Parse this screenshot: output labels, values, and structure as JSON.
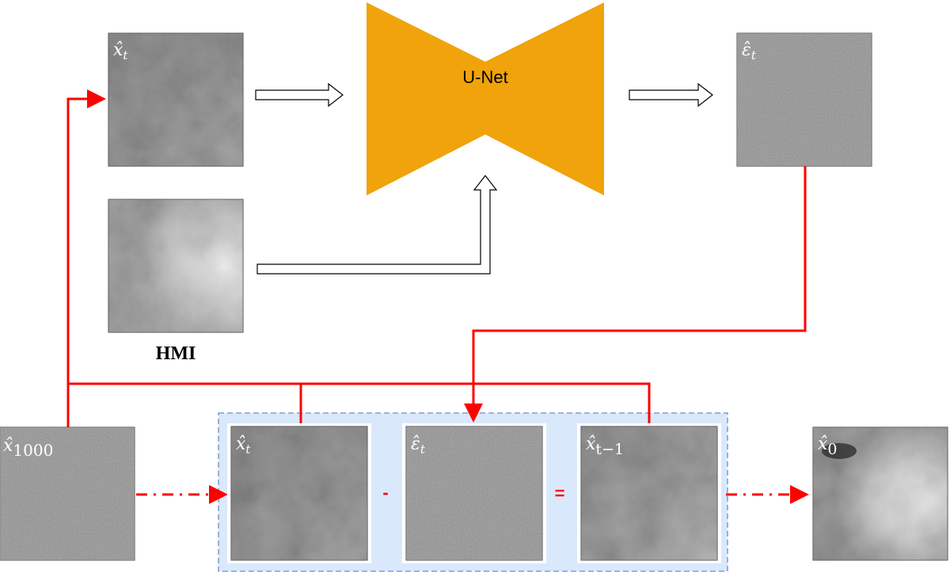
{
  "colors": {
    "unet_fill": "#F0A30A",
    "flow_red": "#FF0000",
    "group_fill": "#DAE8FC",
    "group_stroke": "#6C8EBF"
  },
  "unet": {
    "label": "U-Net"
  },
  "top": {
    "xt_label": {
      "base": "x̂",
      "sub": "t"
    },
    "eps_label": {
      "base": "ε̂",
      "sub": "t"
    },
    "hmi_label": "HMI"
  },
  "bottom": {
    "x1000_label": {
      "base": "x̂",
      "sub": "1000"
    },
    "xt_label": {
      "base": "x̂",
      "sub": "t"
    },
    "eps_label": {
      "base": "ε̂",
      "sub": "t"
    },
    "xt1_label": {
      "base": "x̂",
      "sub": "t−1"
    },
    "x0_label": {
      "base": "x̂",
      "sub": "0"
    },
    "minus": "-",
    "equals": "="
  }
}
